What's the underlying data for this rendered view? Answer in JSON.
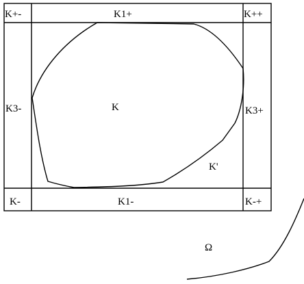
{
  "labels": {
    "corner_top_left": "K+-",
    "corner_top_right": "K++",
    "corner_bottom_left": "K-",
    "corner_bottom_right": "K-+",
    "strip_top": "K1+",
    "strip_bottom": "K1-",
    "strip_left": "K3-",
    "strip_right": "K3+",
    "center": "K",
    "region_k_prime": "K'",
    "omega": "Ω"
  }
}
